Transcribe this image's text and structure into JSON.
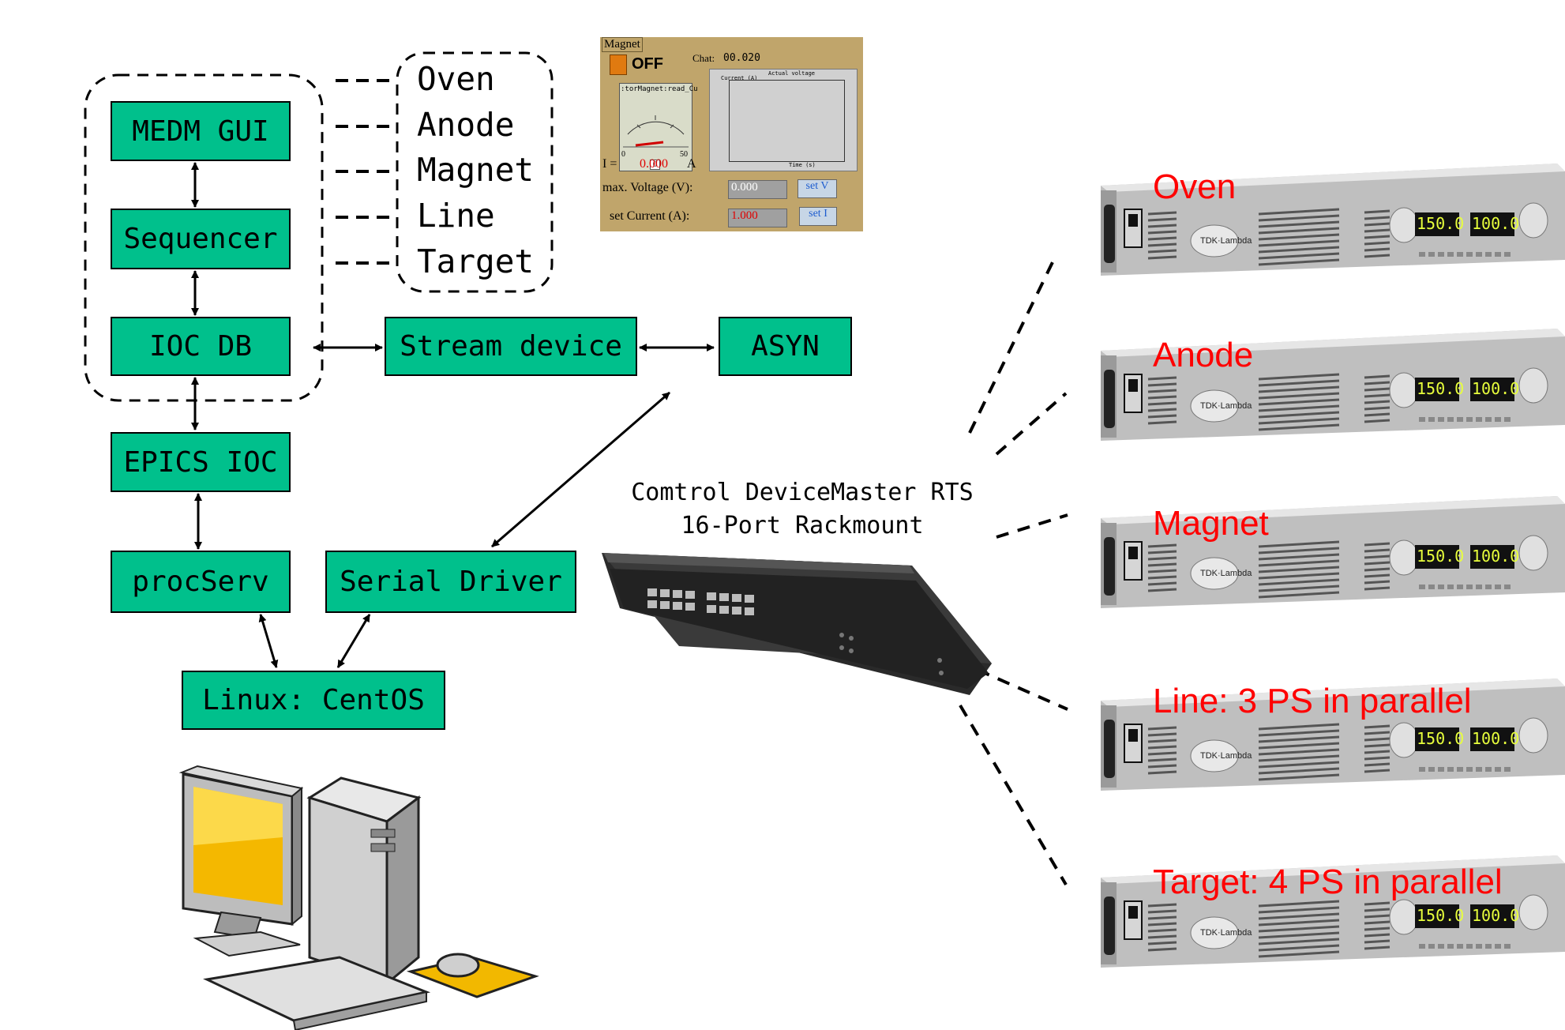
{
  "boxes": {
    "medm_gui": "MEDM GUI",
    "sequencer": "Sequencer",
    "ioc_db": "IOC DB",
    "epics_ioc": "EPICS IOC",
    "procserv": "procServ",
    "serial_driver": "Serial Driver",
    "linux": "Linux: CentOS",
    "stream_device": "Stream device",
    "asyn": "ASYN"
  },
  "gui_screens": [
    "Oven",
    "Anode",
    "Magnet",
    "Line",
    "Target"
  ],
  "device_server": {
    "line1": "Comtrol DeviceMaster RTS",
    "line2": "16-Port Rackmount"
  },
  "power_supplies": [
    "Oven",
    "Anode",
    "Magnet",
    "Line: 3 PS in parallel",
    "Target: 4 PS in parallel"
  ],
  "ps_brand": "TDK·Lambda",
  "ps_display_left": "150.0",
  "ps_display_right": "100.0",
  "magnet_panel": {
    "title": "Magnet",
    "state": "OFF",
    "chat_label": "Chat:",
    "chat_value": "00.020",
    "meter_channel": ":torMagnet:read_Cu",
    "meter_min": "0",
    "meter_max": "50",
    "meter_value": "0",
    "current_label": "I =",
    "current_value": "0.000",
    "current_unit": "A",
    "chart_title": "Actual voltage",
    "chart_ylabel": "Current (A)",
    "chart_xlabel": "Time (s)",
    "max_voltage_label": "max. Voltage (V):",
    "max_voltage_value": "0.000",
    "set_v_button": "set V",
    "set_current_label": "set Current (A):",
    "set_current_value": "1.000",
    "set_i_button": "set I"
  },
  "colors": {
    "box_fill": "#00c08c",
    "ps_label": "#ff0000",
    "panel_bg": "#c0a56b"
  }
}
